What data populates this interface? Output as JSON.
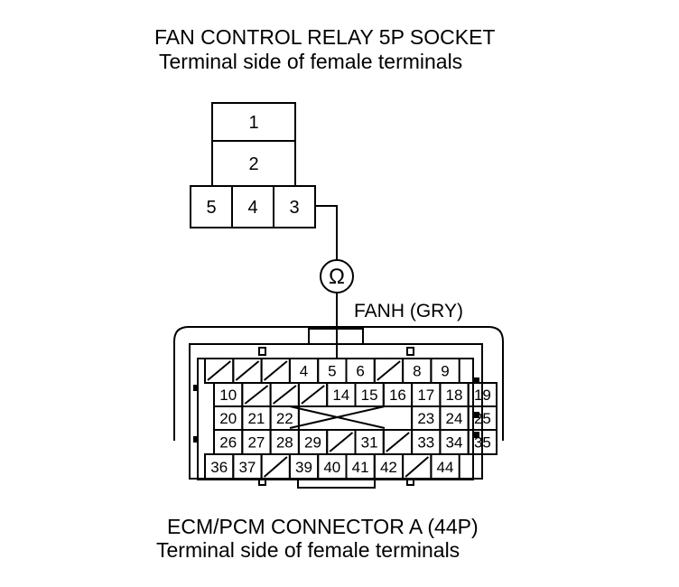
{
  "relay": {
    "title": "FAN CONTROL RELAY 5P SOCKET",
    "subtitle": "Terminal side of female terminals",
    "terminals": [
      "1",
      "2",
      "5",
      "4",
      "3"
    ]
  },
  "probe": {
    "meter_symbol": "Ω",
    "wire_label": "FANH (GRY)"
  },
  "ecm": {
    "title": "ECM/PCM CONNECTOR A (44P)",
    "subtitle": "Terminal side of female terminals",
    "rows": [
      [
        "",
        "",
        "",
        "4",
        "5",
        "6",
        "",
        "8",
        "9"
      ],
      [
        "10",
        "",
        "",
        "",
        "14",
        "15",
        "16",
        "17",
        "18",
        "19"
      ],
      [
        "20",
        "21",
        "22",
        "",
        "",
        "",
        "",
        "23",
        "24",
        "25"
      ],
      [
        "26",
        "27",
        "28",
        "29",
        "",
        "31",
        "",
        "33",
        "34",
        "35"
      ],
      [
        "36",
        "37",
        "",
        "39",
        "40",
        "41",
        "42",
        "",
        "44"
      ]
    ]
  }
}
